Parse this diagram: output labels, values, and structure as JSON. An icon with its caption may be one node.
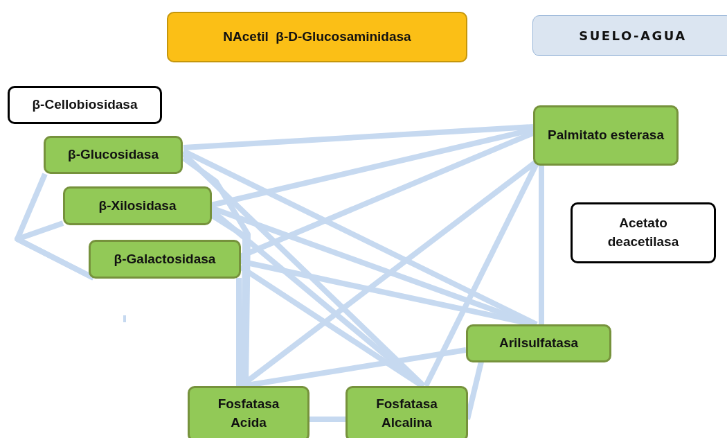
{
  "diagram": {
    "nodes": [
      {
        "text": [
          "NAcetil  β-D-Glucosaminidasa"
        ]
      },
      {
        "text": [
          "SUELO-AGUA"
        ]
      },
      {
        "text": [
          "β-Cellobiosidasa"
        ]
      },
      {
        "text": [
          "β-Glucosidasa"
        ]
      },
      {
        "text": [
          "β-Xilosidasa"
        ]
      },
      {
        "text": [
          "β-Galactosidasa"
        ]
      },
      {
        "text": [
          "Palmitato esterasa"
        ]
      },
      {
        "text": [
          "Acetato deacetilasa"
        ]
      },
      {
        "text": [
          "Arilsulfatasa"
        ]
      },
      {
        "text": [
          "Fosfatasa Acida"
        ]
      },
      {
        "text": [
          "Fosfatasa Alcalina"
        ]
      }
    ],
    "edges": [
      {
        "from": 3,
        "to": 6,
        "arrow": "none"
      },
      {
        "from": 3,
        "to": 8,
        "arrow": "none"
      },
      {
        "from": 3,
        "to": 10,
        "arrow": "none"
      },
      {
        "from": 3,
        "to": 9,
        "arrow": "none"
      },
      {
        "from": 3,
        "to": 5,
        "arrow": "none"
      },
      {
        "from": 4,
        "to": 5,
        "arrow": "none"
      },
      {
        "from": 4,
        "to": 6,
        "arrow": "none"
      },
      {
        "from": 4,
        "to": 8,
        "arrow": "none"
      },
      {
        "from": 4,
        "to": 10,
        "arrow": "none"
      },
      {
        "from": 4,
        "to": 9,
        "arrow": "none"
      },
      {
        "from": 5,
        "to": 6,
        "arrow": "none"
      },
      {
        "from": 5,
        "to": 8,
        "arrow": "none"
      },
      {
        "from": 5,
        "to": 10,
        "arrow": "none"
      },
      {
        "from": 5,
        "to": 9,
        "arrow": "none"
      },
      {
        "from": 6,
        "to": 9,
        "arrow": "none"
      },
      {
        "from": 6,
        "to": 10,
        "arrow": "none"
      },
      {
        "from": 6,
        "to": 8,
        "arrow": "none"
      },
      {
        "from": 8,
        "to": 9,
        "arrow": "none"
      },
      {
        "from": 8,
        "to": 10,
        "arrow": "none"
      },
      {
        "from": 9,
        "to": 10,
        "arrow": "none"
      }
    ]
  }
}
